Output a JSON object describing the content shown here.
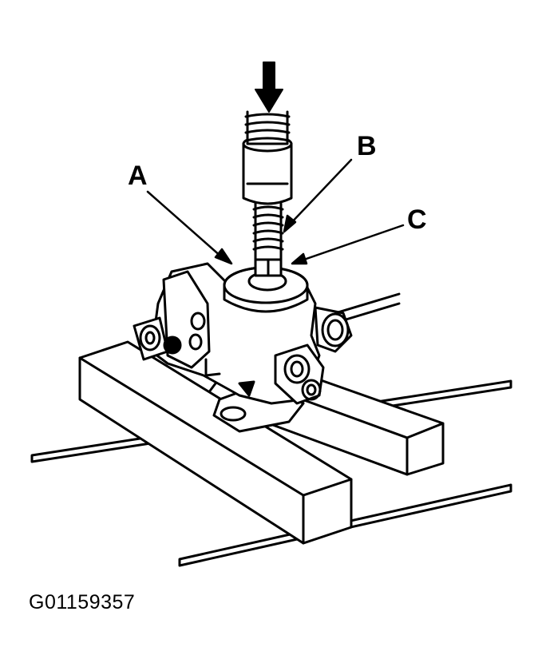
{
  "callouts": {
    "a": "A",
    "b": "B",
    "c": "C"
  },
  "figure_id": "G01159357",
  "colors": {
    "ink": "#000000",
    "paper": "#ffffff"
  },
  "icons": [
    "press-arrow-icon"
  ]
}
